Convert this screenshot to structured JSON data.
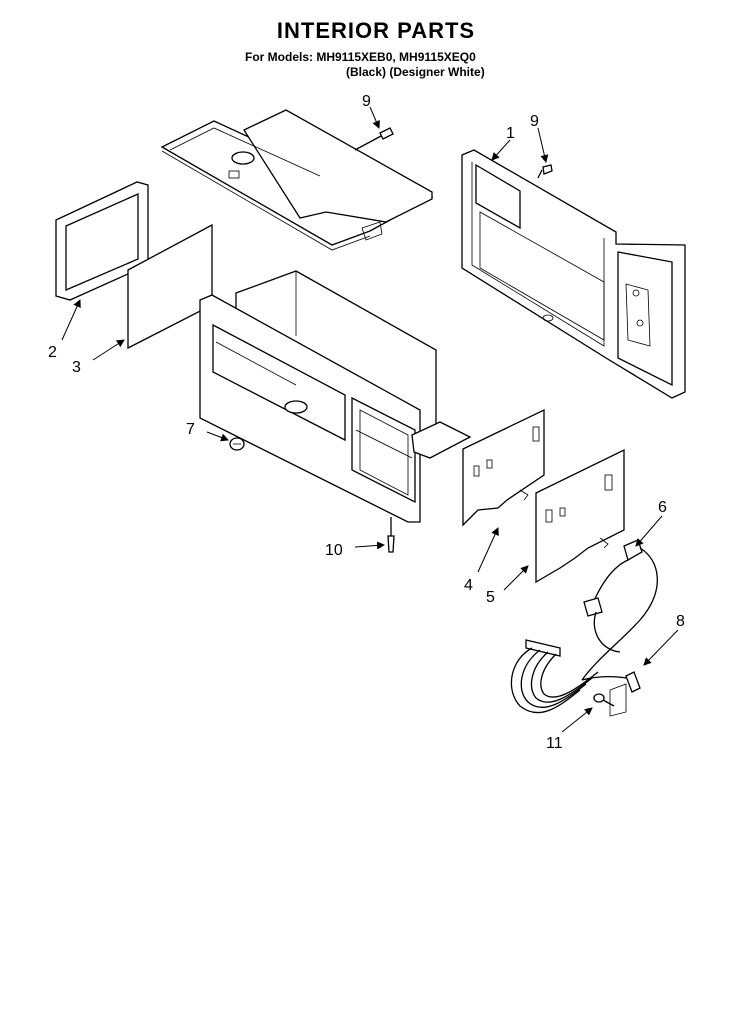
{
  "header": {
    "title": "INTERIOR PARTS",
    "models": "For Models: MH9115XEB0, MH9115XEQ0",
    "finish": "(Black)  (Designer White)"
  },
  "callouts": {
    "c1": "1",
    "c2": "2",
    "c3": "3",
    "c4": "4",
    "c5": "5",
    "c6": "6",
    "c7": "7",
    "c8": "8",
    "c9a": "9",
    "c9b": "9",
    "c10": "10",
    "c11": "11"
  }
}
